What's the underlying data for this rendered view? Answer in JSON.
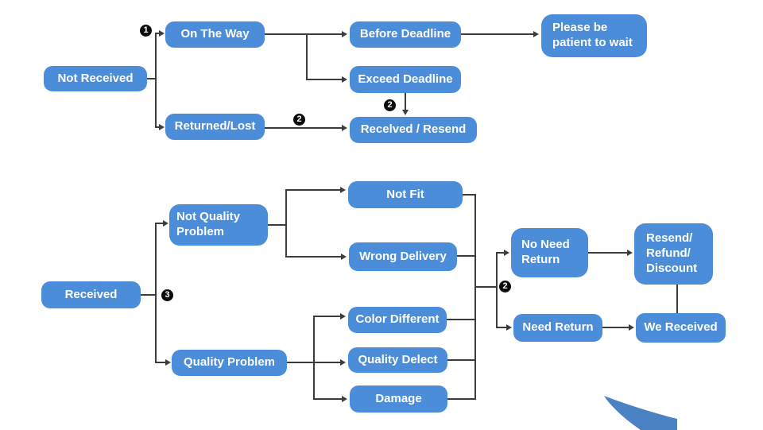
{
  "colors": {
    "node_fill": "#4b8dd9",
    "line_color": "#3c3c3c",
    "badge_fill": "#0b0b0b",
    "swoosh_fill": "#4a82c4"
  },
  "badges": {
    "one": "1",
    "two": "2",
    "three": "3"
  },
  "nodes": {
    "not_received": {
      "label": "Not  Received"
    },
    "on_the_way": {
      "label": "On The Way"
    },
    "returned_lost": {
      "label": "Returned/Lost"
    },
    "before_deadline": {
      "label": "Before Deadline"
    },
    "please_wait": {
      "label": "Please be\npatient to wait"
    },
    "exceed_deadline": {
      "label": "Exceed Deadline"
    },
    "recelved_resend": {
      "label": "Recelved / Resend"
    },
    "received": {
      "label": "Received"
    },
    "not_quality_problem": {
      "label": "Not  Quality\nProblem"
    },
    "quality_problem": {
      "label": "Quality Problem"
    },
    "not_fit": {
      "label": "Not Fit"
    },
    "wrong_delivery": {
      "label": "Wrong Delivery"
    },
    "color_different": {
      "label": "Color Different"
    },
    "quality_delect": {
      "label": "Quality Delect"
    },
    "damage": {
      "label": "Damage"
    },
    "no_need_return": {
      "label": "No Need\nReturn"
    },
    "need_return": {
      "label": "Need Return"
    },
    "resend_refund_discount": {
      "label": "Resend/\nRefund/\nDiscount"
    },
    "we_received": {
      "label": "We Received"
    }
  }
}
